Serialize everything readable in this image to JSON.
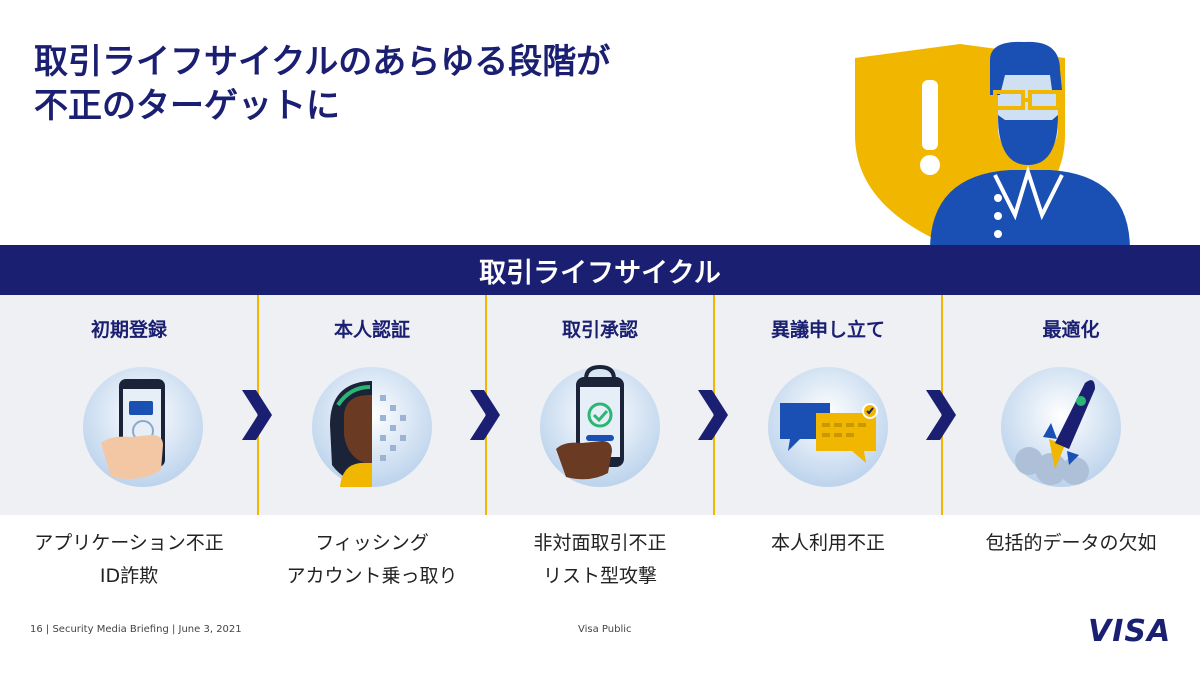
{
  "title": {
    "line1": "取引ライフサイクルのあらゆる段階が",
    "line2": "不正のターゲットに"
  },
  "band": {
    "label": "取引ライフサイクル"
  },
  "stages": [
    {
      "title": "初期登録",
      "risk": [
        "アプリケーション不正",
        "ID詐欺"
      ]
    },
    {
      "title": "本人認証",
      "risk": [
        "フィッシング",
        "アカウント乗っ取り"
      ]
    },
    {
      "title": "取引承認",
      "risk": [
        "非対面取引不正",
        "リスト型攻撃"
      ]
    },
    {
      "title": "異議申し立て",
      "risk": [
        "本人利用不正"
      ]
    },
    {
      "title": "最適化",
      "risk": [
        "包括的データの欠如"
      ]
    }
  ],
  "footer": {
    "left": "16 | Security Media Briefing | June 3, 2021",
    "center": "Visa Public"
  },
  "logo": "VISA",
  "colors": {
    "navy": "#1a1f71",
    "gold": "#f0b600",
    "panel": "#eef0f3"
  },
  "icons": [
    "shield-alert-icon",
    "phone-card-icon",
    "face-scan-icon",
    "phone-check-icon",
    "chat-dispute-icon",
    "rocket-icon",
    "chevron-right-icon"
  ]
}
